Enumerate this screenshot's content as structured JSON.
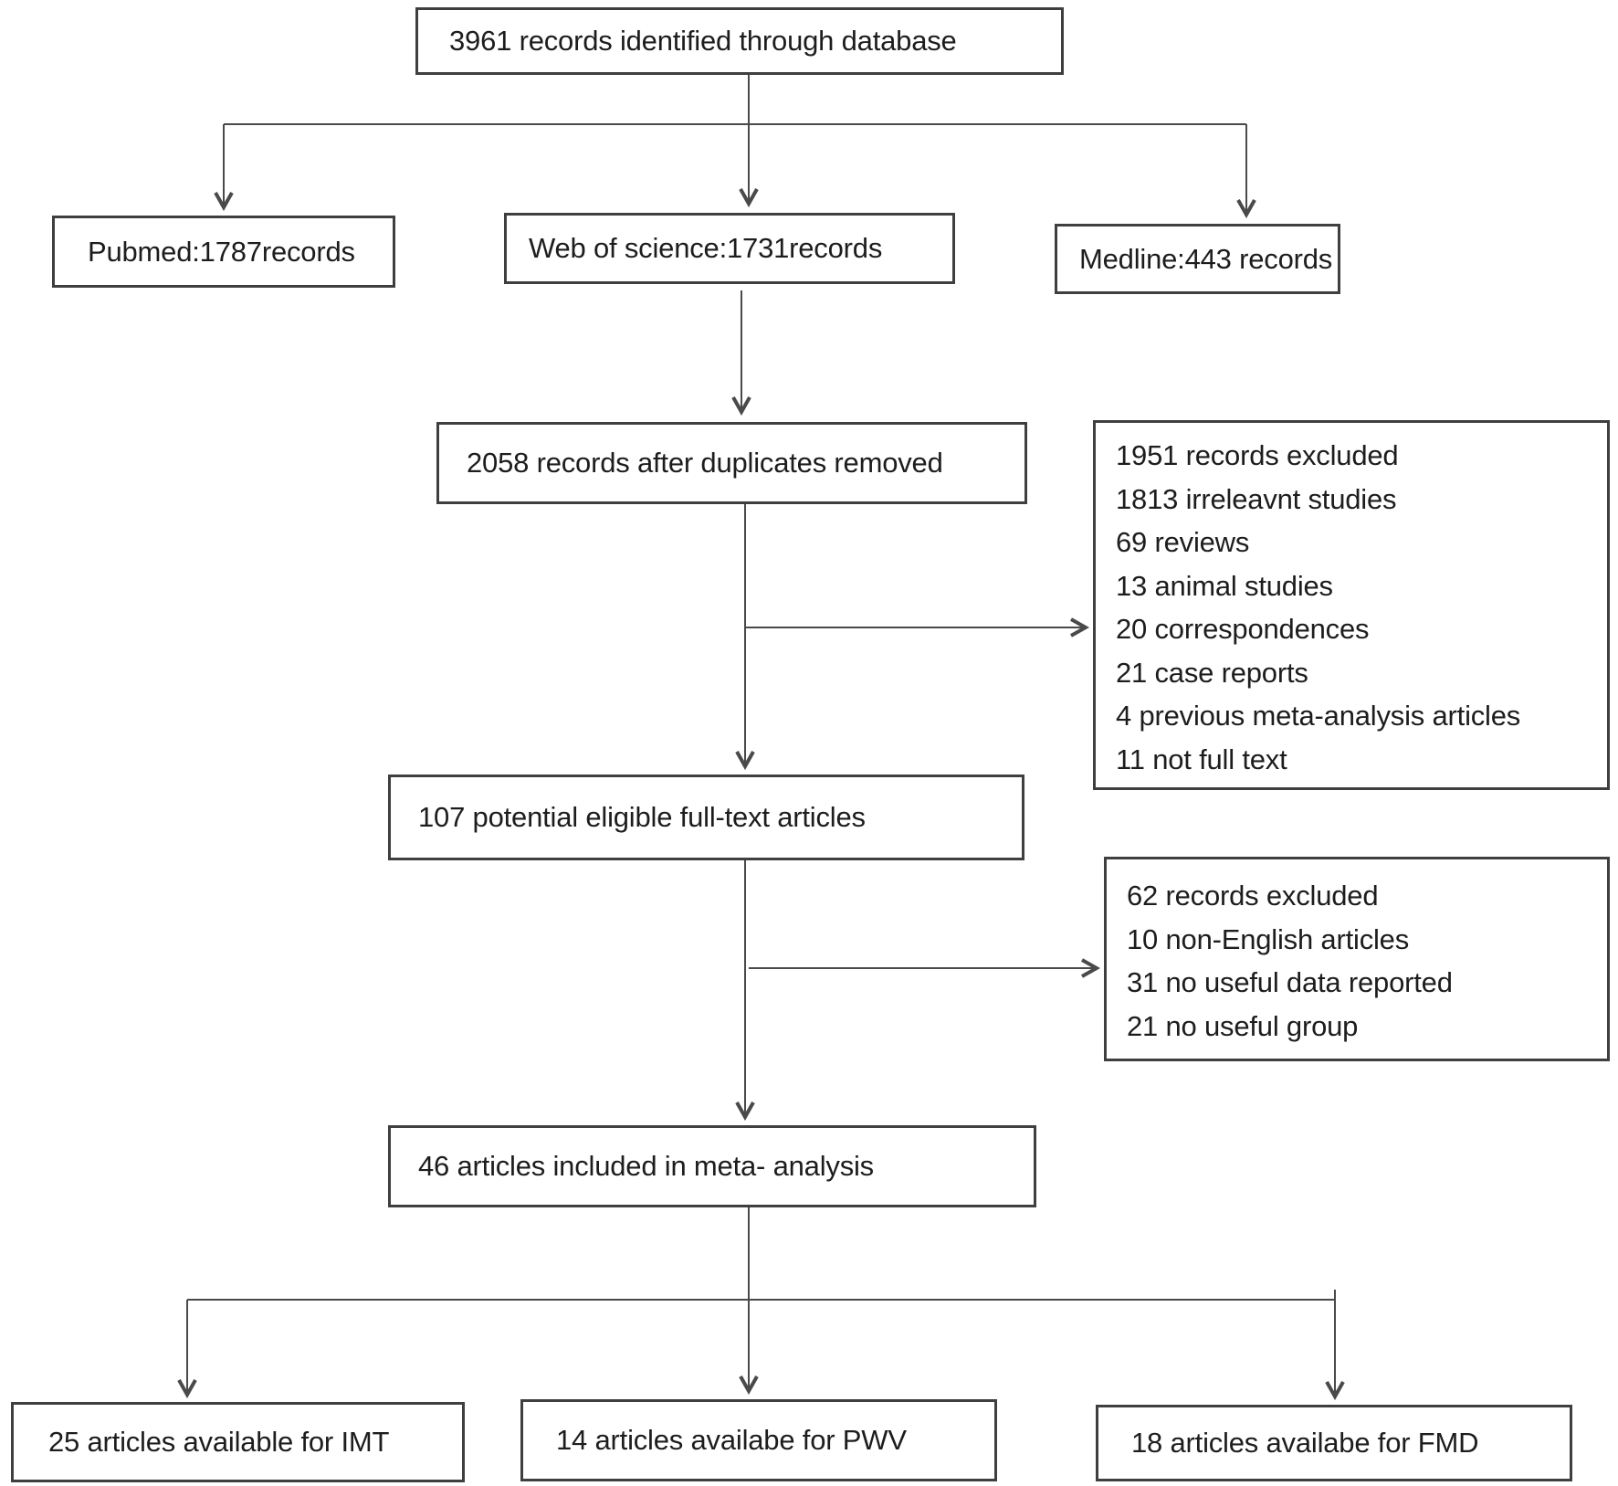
{
  "colors": {
    "background": "#ffffff",
    "box_border": "#3f3f3f",
    "arrow": "#4a4a4a",
    "text": "#1d1d1d"
  },
  "flow": {
    "identified": "3961 records identified through database",
    "sources": [
      {
        "label": "Pubmed:1787records"
      },
      {
        "label": "Web of science:1731records"
      },
      {
        "label": "Medline:443 records"
      }
    ],
    "after_duplicates": "2058 records after duplicates removed",
    "screening_exclusions": [
      "1951 records excluded",
      "1813 irreleavnt studies",
      "69 reviews",
      "13 animal studies",
      "20 correspondences",
      "21 case reports",
      "4 previous meta-analysis articles",
      "11 not full text"
    ],
    "full_text": "107 potential eligible full-text articles",
    "full_text_exclusions": [
      "62 records excluded",
      "10 non-English articles",
      "31 no useful data reported",
      "21 no useful group"
    ],
    "included": "46 articles included in meta- analysis",
    "outcomes": [
      {
        "label": "25 articles available for IMT"
      },
      {
        "label": "14 articles availabe for PWV"
      },
      {
        "label": "18 articles availabe for FMD"
      }
    ]
  }
}
